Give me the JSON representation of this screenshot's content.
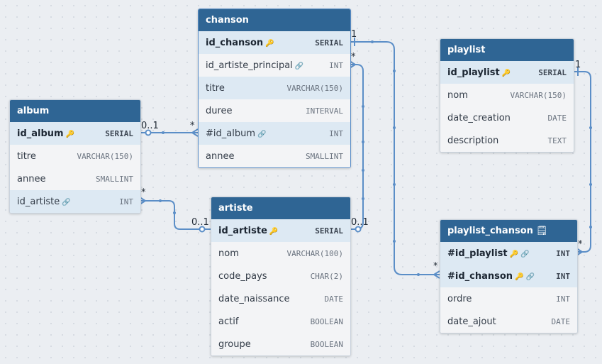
{
  "icons": {
    "key": "🔑",
    "link": "🔗",
    "note": "🗒"
  },
  "tables": {
    "chanson": {
      "name": "chanson",
      "columns": [
        {
          "name": "id_chanson",
          "type": "SERIAL"
        },
        {
          "name": "id_artiste_principal",
          "type": "INT"
        },
        {
          "name": "titre",
          "type": "VARCHAR(150)"
        },
        {
          "name": "duree",
          "type": "INTERVAL"
        },
        {
          "name": "#id_album",
          "type": "INT"
        },
        {
          "name": "annee",
          "type": "SMALLINT"
        }
      ]
    },
    "album": {
      "name": "album",
      "columns": [
        {
          "name": "id_album",
          "type": "SERIAL"
        },
        {
          "name": "titre",
          "type": "VARCHAR(150)"
        },
        {
          "name": "annee",
          "type": "SMALLINT"
        },
        {
          "name": "id_artiste",
          "type": "INT"
        }
      ]
    },
    "artiste": {
      "name": "artiste",
      "columns": [
        {
          "name": "id_artiste",
          "type": "SERIAL"
        },
        {
          "name": "nom",
          "type": "VARCHAR(100)"
        },
        {
          "name": "code_pays",
          "type": "CHAR(2)"
        },
        {
          "name": "date_naissance",
          "type": "DATE"
        },
        {
          "name": "actif",
          "type": "BOOLEAN"
        },
        {
          "name": "groupe",
          "type": "BOOLEAN"
        }
      ]
    },
    "playlist": {
      "name": "playlist",
      "columns": [
        {
          "name": "id_playlist",
          "type": "SERIAL"
        },
        {
          "name": "nom",
          "type": "VARCHAR(150)"
        },
        {
          "name": "date_creation",
          "type": "DATE"
        },
        {
          "name": "description",
          "type": "TEXT"
        }
      ]
    },
    "playlist_chanson": {
      "name": "playlist_chanson",
      "columns": [
        {
          "name": "#id_playlist",
          "type": "INT"
        },
        {
          "name": "#id_chanson",
          "type": "INT"
        },
        {
          "name": "ordre",
          "type": "INT"
        },
        {
          "name": "date_ajout",
          "type": "DATE"
        }
      ]
    }
  },
  "cardinalities": {
    "chanson_pk": "1",
    "chanson_fk_artiste": "*",
    "album_side": "0..1",
    "chanson_album_fk": "*",
    "album_id_artiste": "*",
    "artiste_from_album": "0..1",
    "artiste_from_chanson": "0..1",
    "playlist_pk": "1",
    "pc_playlist": "*",
    "pc_chanson": "*"
  }
}
